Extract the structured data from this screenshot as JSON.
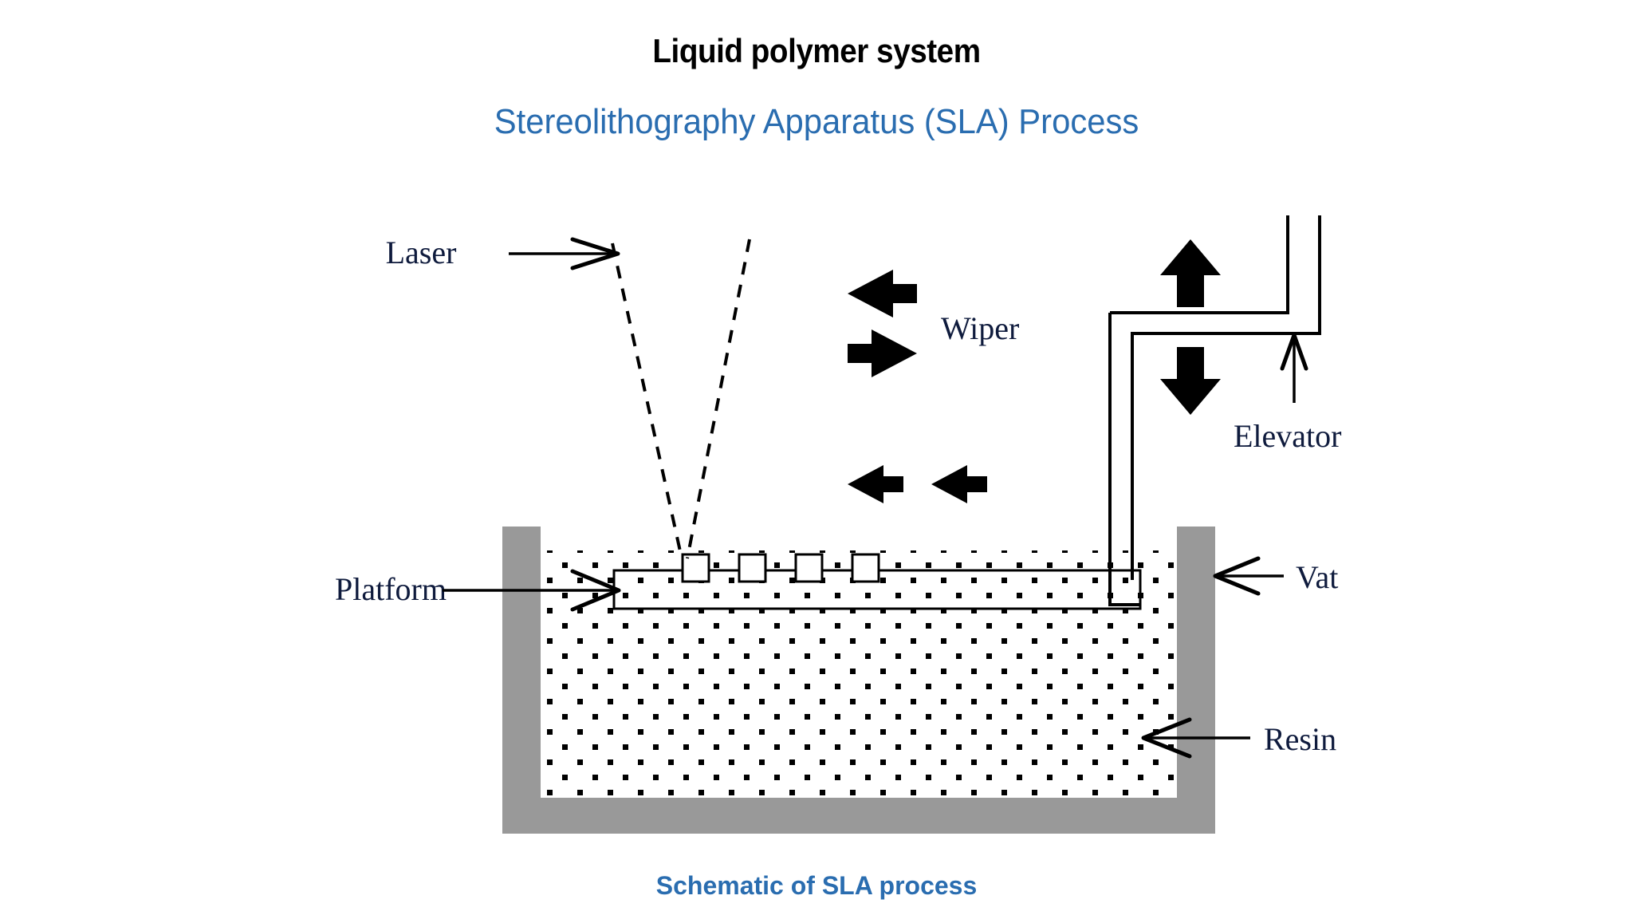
{
  "header": {
    "title": "Liquid polymer system",
    "subtitle": "Stereolithography Apparatus (SLA) Process"
  },
  "footer": {
    "caption": "Schematic of SLA process"
  },
  "diagram": {
    "name": "sla-process-schematic",
    "labels": {
      "laser": "Laser",
      "wiper": "Wiper",
      "elevator": "Elevator",
      "platform": "Platform",
      "vat": "Vat",
      "resin": "Resin"
    },
    "colors": {
      "title_text": "#000000",
      "subtitle_text": "#2a6db0",
      "caption_text": "#2a6db0",
      "vat_wall": "#999999",
      "stroke": "#000000",
      "background": "#ffffff",
      "resin_dots": "#000000"
    },
    "parts": {
      "part_blocks_count": 4,
      "wiper_arrows_upper": 2,
      "wiper_arrows_lower": 2,
      "elevator_arrows": 2
    }
  }
}
